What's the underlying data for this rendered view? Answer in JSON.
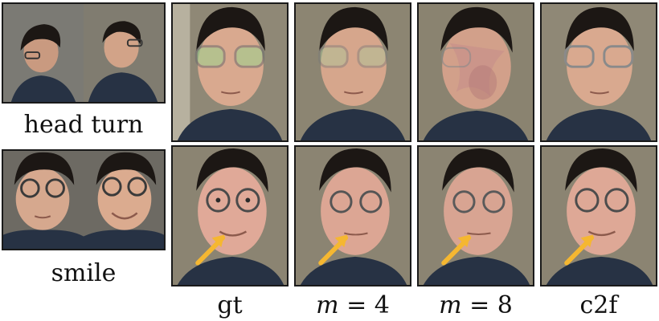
{
  "figure": {
    "left_panels": [
      {
        "caption": "head turn"
      },
      {
        "caption": "smile"
      }
    ],
    "column_labels": [
      {
        "text": "gt"
      },
      {
        "var": "m",
        "eq": " = ",
        "num": "4"
      },
      {
        "var": "m",
        "eq": " = ",
        "num": "8"
      },
      {
        "text": "c2f"
      }
    ],
    "colors": {
      "arrow": "#f5b731",
      "frame": "#1a1a1a",
      "background_wall": "#8f8876",
      "shirt": "#273244",
      "hair": "#1c1714",
      "skin": "#d9a98f"
    }
  }
}
